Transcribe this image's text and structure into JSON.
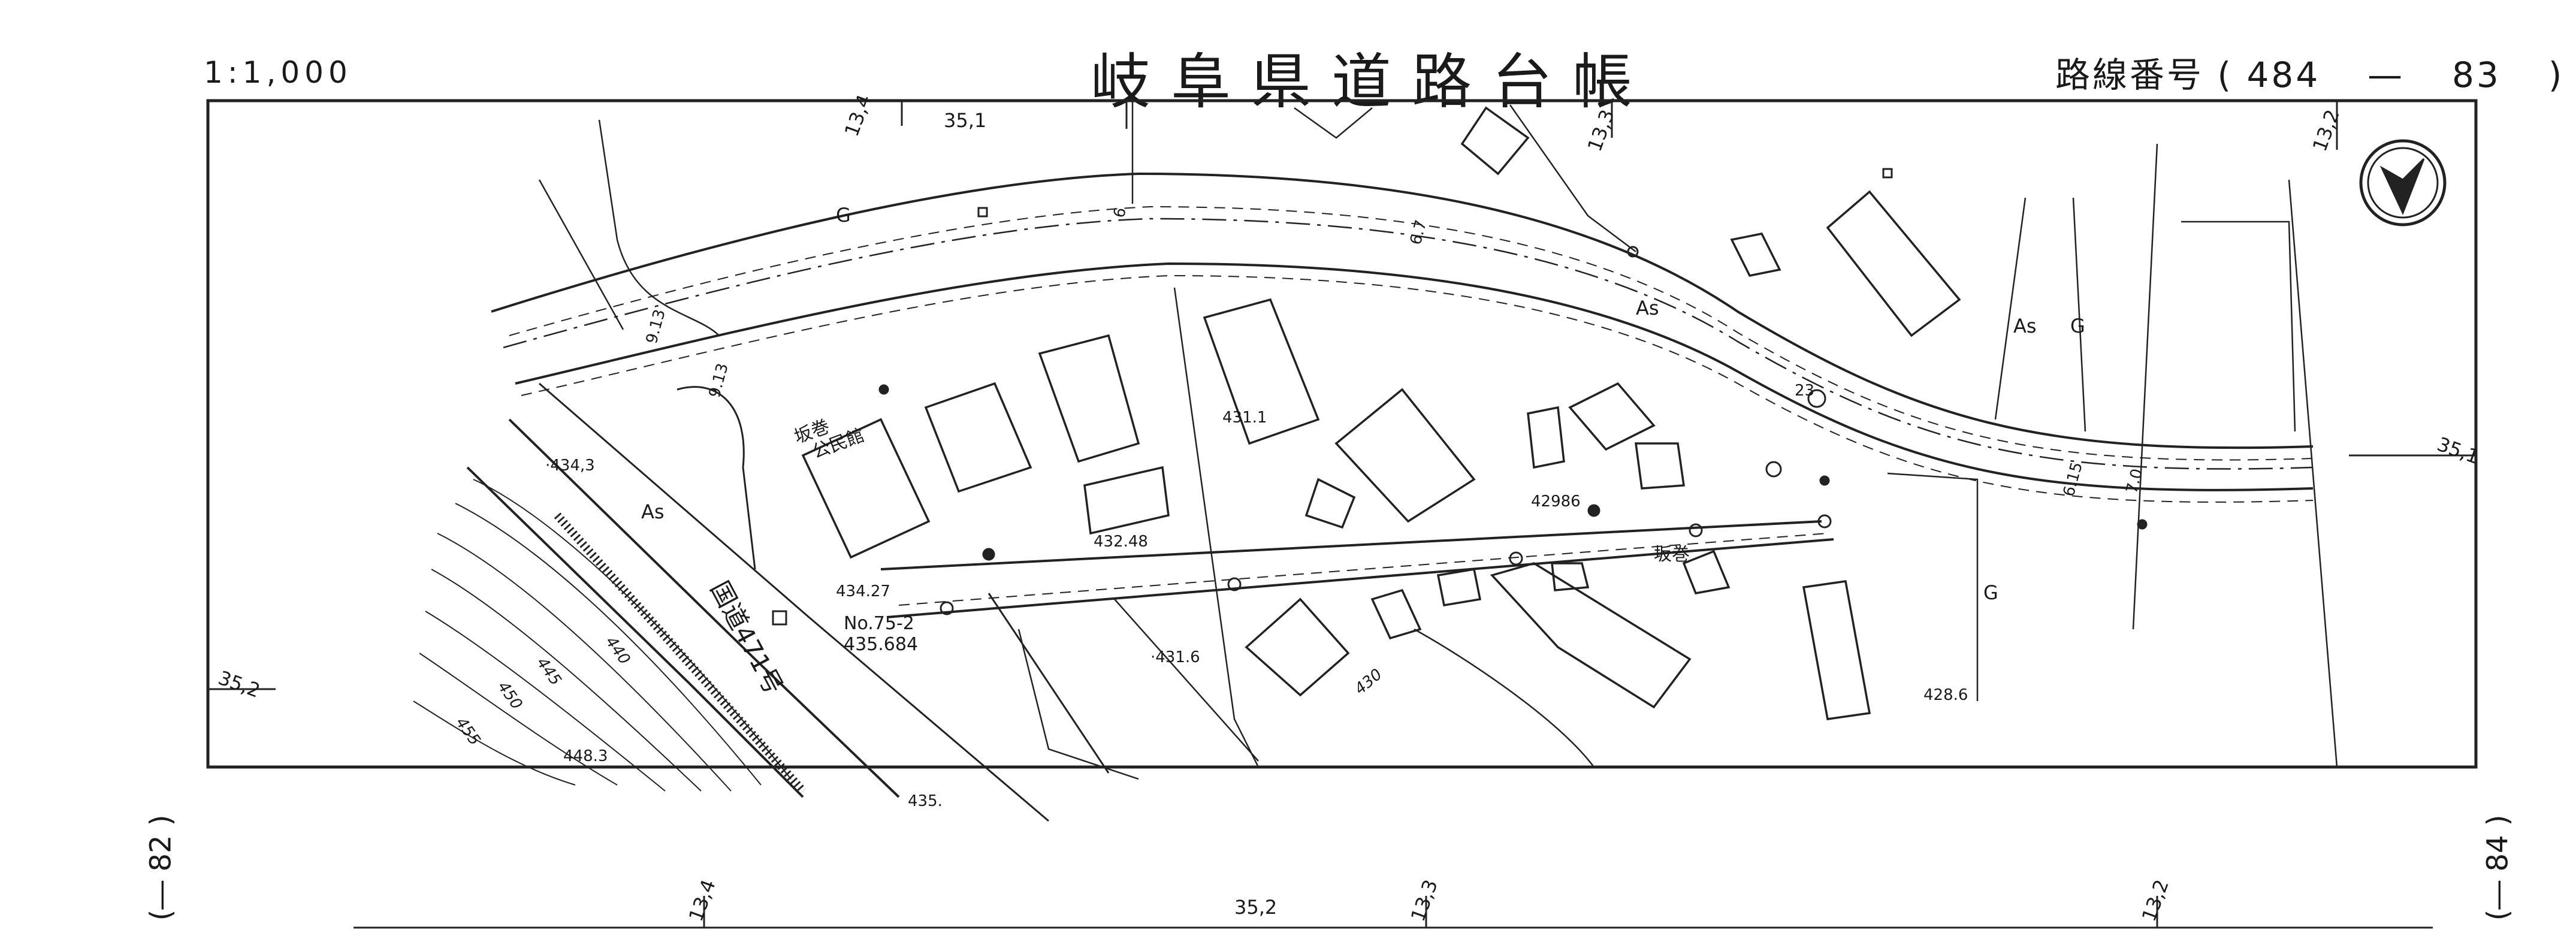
{
  "header": {
    "scale": "1:1,000",
    "title": "岐阜県道路台帳",
    "route_label": "路線番号",
    "route_open": "(",
    "route_left": "484",
    "route_dash": "—",
    "route_right": "83",
    "route_close": ")"
  },
  "neighbors": {
    "left": "(― 82 )",
    "right": "(― 84 )"
  },
  "map_labels": {
    "coord_top_1": "13,4",
    "coord_top_2": "35,1",
    "coord_top_3": "13,3",
    "coord_top_4": "13,2",
    "coord_right": "35,1",
    "coord_left": "35,2",
    "coord_bottom_1": "13,4",
    "coord_bottom_2": "35,2",
    "coord_bottom_3": "13,3",
    "coord_bottom_4": "13,2",
    "g1": "G",
    "g2": "G",
    "g3": "G",
    "as1": "As",
    "as2": "As",
    "as3": "As",
    "elev_4343": "·434,3",
    "elev_4311": "431.1",
    "elev_43248": "432.48",
    "elev_42986": "42986",
    "elev_43427": "434.27",
    "elev_4316": "·431.6",
    "elev_4286": "428.6",
    "elev_4483": "448.3",
    "elev_435": "435.",
    "station": "No.75-2",
    "station_elev": "435.684",
    "hall_1": "坂巻",
    "hall_2": "公民館",
    "place": "坂巻",
    "national_road": "国道471号",
    "contour_440": "440",
    "contour_445": "445",
    "contour_450": "450",
    "contour_455": "455",
    "contour_430": "430",
    "km_23": "23",
    "w_6": "6",
    "w_913a": "9.13",
    "w_913b": "9.13",
    "w_67": "6.7",
    "w_615": "6.15",
    "w_70": "7.0"
  }
}
